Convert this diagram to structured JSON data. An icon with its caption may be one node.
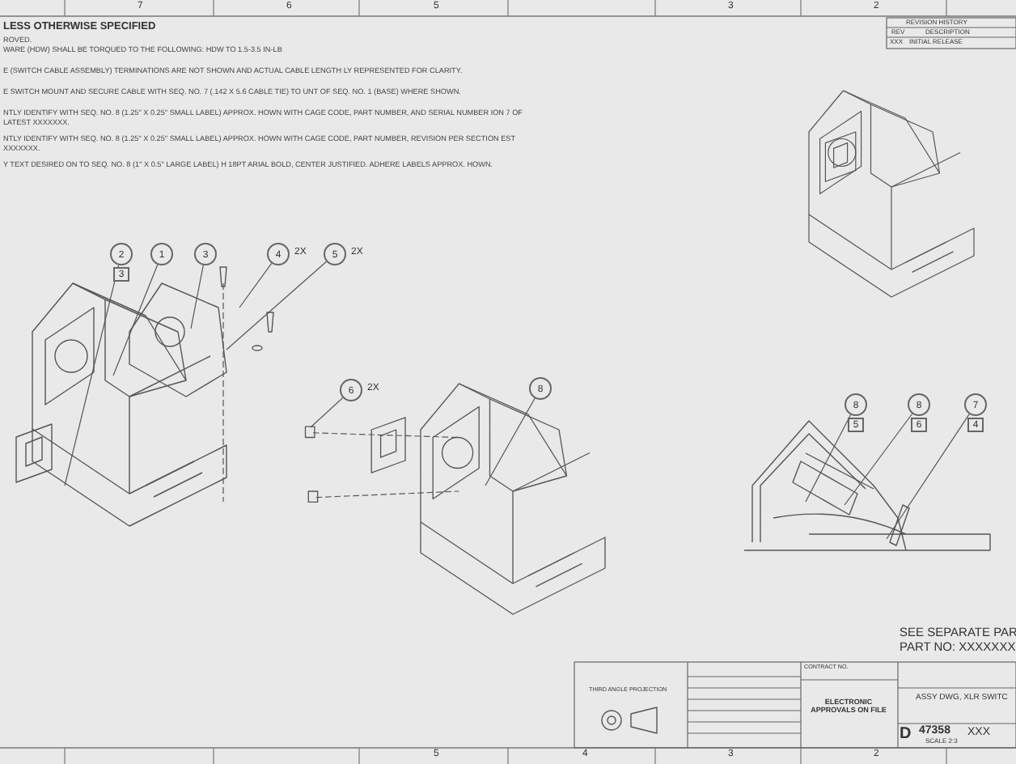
{
  "diagram": {
    "nodes": [
      {
        "text": [
          "2",
          "3"
        ]
      },
      {
        "text": [
          "1"
        ]
      },
      {
        "text": [
          "3"
        ]
      },
      {
        "text": [
          "4"
        ],
        "beside": [
          "2X"
        ]
      },
      {
        "text": [
          "5"
        ],
        "beside": [
          "2X"
        ]
      },
      {
        "text": [
          "6"
        ],
        "beside": [
          "2X"
        ]
      },
      {
        "text": [
          "8"
        ]
      },
      {
        "text": [
          "8",
          "5"
        ]
      },
      {
        "text": [
          "8",
          "6"
        ]
      },
      {
        "text": [
          "7",
          "4"
        ]
      }
    ],
    "edges": [
      {
        "from": 0,
        "to": null,
        "arrow": "none"
      },
      {
        "from": 1,
        "to": null,
        "arrow": "none"
      },
      {
        "from": 2,
        "to": null,
        "arrow": "none"
      },
      {
        "from": 3,
        "to": null,
        "arrow": "none"
      },
      {
        "from": 4,
        "to": null,
        "arrow": "none"
      },
      {
        "from": 5,
        "to": null,
        "arrow": "none"
      },
      {
        "from": 6,
        "to": null,
        "arrow": "none"
      },
      {
        "from": 7,
        "to": null,
        "arrow": "none"
      },
      {
        "from": 8,
        "to": null,
        "arrow": "none"
      },
      {
        "from": 9,
        "to": null,
        "arrow": "none"
      }
    ],
    "labels": [
      "7",
      "6",
      "5",
      "3",
      "2",
      "REVISION HISTORY",
      "REV",
      "DESCRIPTION",
      "XXX",
      "INITIAL RELEASE",
      "LESS OTHERWISE SPECIFIED",
      "ROVED.",
      "WARE (HDW) SHALL BE TORQUED TO THE FOLLOWING: HDW TO 1.5-3.5 IN-LB",
      "E (SWITCH CABLE ASSEMBLY) TERMINATIONS ARE NOT SHOWN AND ACTUAL CABLE LENGTH LY REPRESENTED FOR CLARITY.",
      "E SWITCH MOUNT AND SECURE CABLE WITH SEQ. NO. 7 (.142 X 5.6 CABLE TIE) TO UNT OF SEQ. NO. 1 (BASE) WHERE SHOWN.",
      "NTLY IDENTIFY WITH SEQ. NO. 8 (1.25\" X 0.25\" SMALL LABEL) APPROX. HOWN WITH CAGE CODE, PART NUMBER, AND SERIAL NUMBER ION 7 OF LATEST XXXXXXX.",
      "NTLY IDENTIFY WITH SEQ. NO. 8 (1.25\" X 0.25\" SMALL LABEL) APPROX. HOWN WITH CAGE CODE, PART NUMBER, REVISION PER SECTION EST XXXXXXX.",
      "Y TEXT DESIRED ON TO SEQ. NO. 8 (1\" X 0.5\" LARGE LABEL) H 18PT ARIAL BOLD, CENTER JUSTIFIED.  ADHERE LABELS APPROX. HOWN.",
      "SEE SEPARATE PAR",
      "PART NO: XXXXXXX",
      "THIRD ANGLE PROJECTION",
      "CONTRACT NO.",
      "ELECTRONIC APPROVALS ON FILE",
      "ASSY DWG, XLR SWITC",
      "D",
      "47358",
      "XXX",
      "SCALE 2:3",
      "5",
      "4",
      "3",
      "2"
    ]
  }
}
